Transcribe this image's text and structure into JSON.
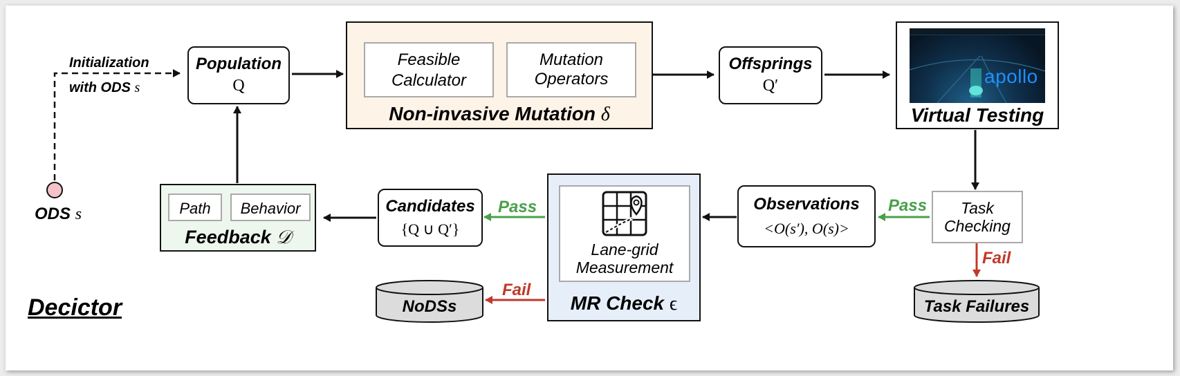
{
  "title": "Decictor",
  "nodes": {
    "ods": {
      "label": "ODS",
      "sym": "s"
    },
    "init": {
      "line1": "Initialization",
      "line2": "with ODS",
      "sym": "s"
    },
    "population": {
      "label": "Population",
      "sym": "Q"
    },
    "mutation": {
      "label": "Non-invasive Mutation",
      "sym": "δ",
      "sub1": {
        "line1": "Feasible",
        "line2": "Calculator"
      },
      "sub2": {
        "line1": "Mutation",
        "line2": "Operators"
      }
    },
    "offsprings": {
      "label": "Offsprings",
      "sym": "Q′"
    },
    "virtual_testing": {
      "label": "Virtual Testing",
      "brand": "apollo"
    },
    "task_checking": {
      "line1": "Task",
      "line2": "Checking"
    },
    "task_failures": {
      "label": "Task Failures"
    },
    "observations": {
      "label": "Observations",
      "formula": "<O(s′), O(s)>"
    },
    "mr_check": {
      "label": "MR Check",
      "sym": "ϵ",
      "sub": {
        "line1": "Lane-grid",
        "line2": "Measurement"
      }
    },
    "nodss": {
      "label": "NoDSs"
    },
    "candidates": {
      "label": "Candidates",
      "formula": "{Q ∪ Q′}"
    },
    "feedback": {
      "label": "Feedback",
      "sym": "𝒟",
      "sub1": "Path",
      "sub2": "Behavior"
    }
  },
  "edges": {
    "pass1": "Pass",
    "pass2": "Pass",
    "fail1": "Fail",
    "fail2": "Fail"
  },
  "colors": {
    "pass": "#4aa04a",
    "fail": "#c0392b",
    "mutation_bg": "#fdf3e7",
    "mr_bg": "#e6eff9",
    "feedback_bg": "#eef7ee",
    "ods_dot": "#f4c2c8"
  }
}
